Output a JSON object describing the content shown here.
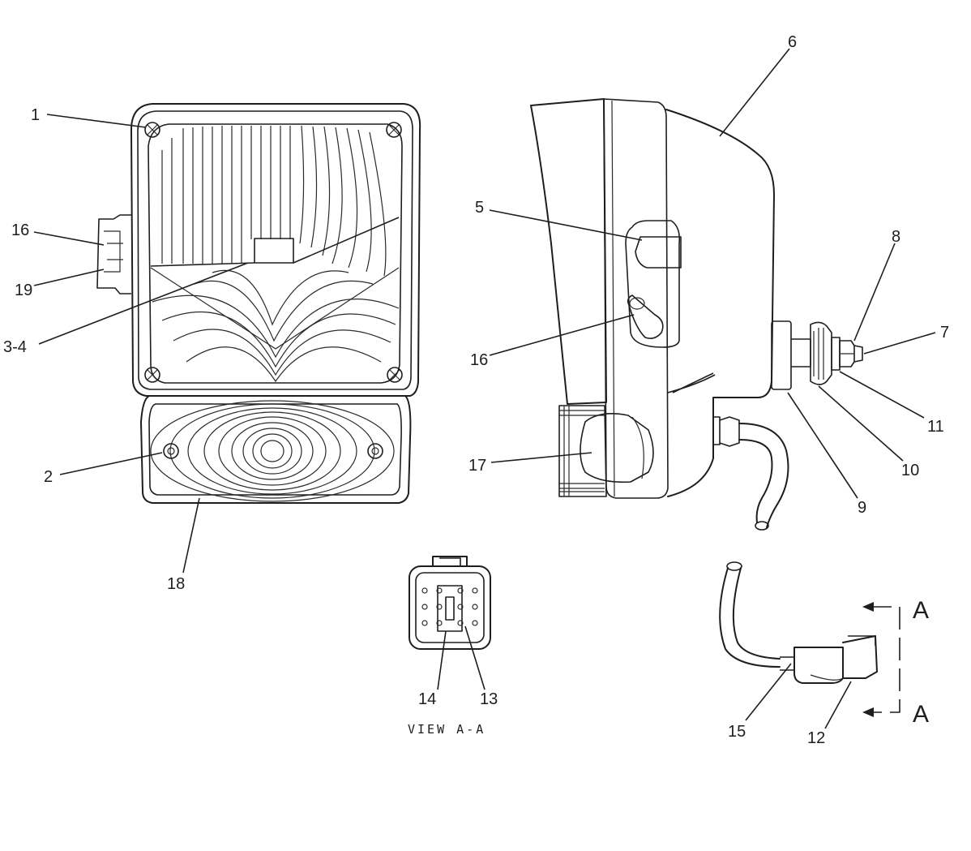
{
  "callouts": {
    "c1": "1",
    "c2": "2",
    "c3_4": "3-4",
    "c5": "5",
    "c6": "6",
    "c7": "7",
    "c8": "8",
    "c9": "9",
    "c10": "10",
    "c11": "11",
    "c12": "12",
    "c13": "13",
    "c14": "14",
    "c15": "15",
    "c16_front": "16",
    "c16_side": "16",
    "c17": "17",
    "c18": "18",
    "c19": "19"
  },
  "section_marks": {
    "top": "A",
    "bottom": "A"
  },
  "view_caption": "VIEW A-A"
}
